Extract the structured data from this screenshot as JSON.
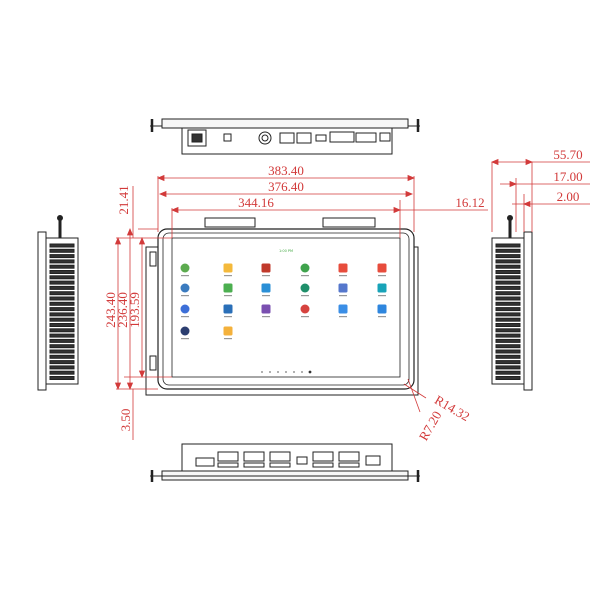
{
  "dimensions": {
    "outer_width": "383.40",
    "bezel_width": "376.40",
    "screen_width": "344.16",
    "bezel_offset": "21.41",
    "right_offset": "16.12",
    "outer_height": "243.40",
    "bezel_height": "236.40",
    "screen_height": "193.59",
    "bottom_offset": "3.50",
    "depth_total": "55.70",
    "depth_mid": "17.00",
    "depth_small": "2.00",
    "radius_outer": "R14.32",
    "radius_inner": "R7.20"
  },
  "screen": {
    "status_text": "1:00 PM",
    "app_colors": [
      "#5cab4f",
      "#f4b93b",
      "#c0392b",
      "#3fa34d",
      "#e74c3c",
      "#e74c3c",
      "#3b7bbf",
      "#4caf50",
      "#2a8fd6",
      "#1f8f6a",
      "#5577cc",
      "#18a3b8",
      "#3d6fd8",
      "#2a6fb8",
      "#7a4fb0",
      "#d6433f",
      "#3a8ee6",
      "#2e86de",
      "#2c3e70",
      "#f4b13b"
    ],
    "app_icons": [
      "launcher-icon",
      "files-icon",
      "settings-icon",
      "apps-icon",
      "recorder-icon",
      "camera-icon",
      "gallery-icon",
      "download-icon",
      "browser-icon",
      "gear-icon",
      "globe-icon",
      "play-icon",
      "search-icon",
      "contacts-icon",
      "video-icon",
      "store-icon",
      "user-icon",
      "chrome-icon",
      "clock-icon",
      "folder-icon"
    ]
  },
  "colors": {
    "outline": "#222222",
    "dimension": "#d23a3a",
    "screen_bg": "#ffffff"
  }
}
